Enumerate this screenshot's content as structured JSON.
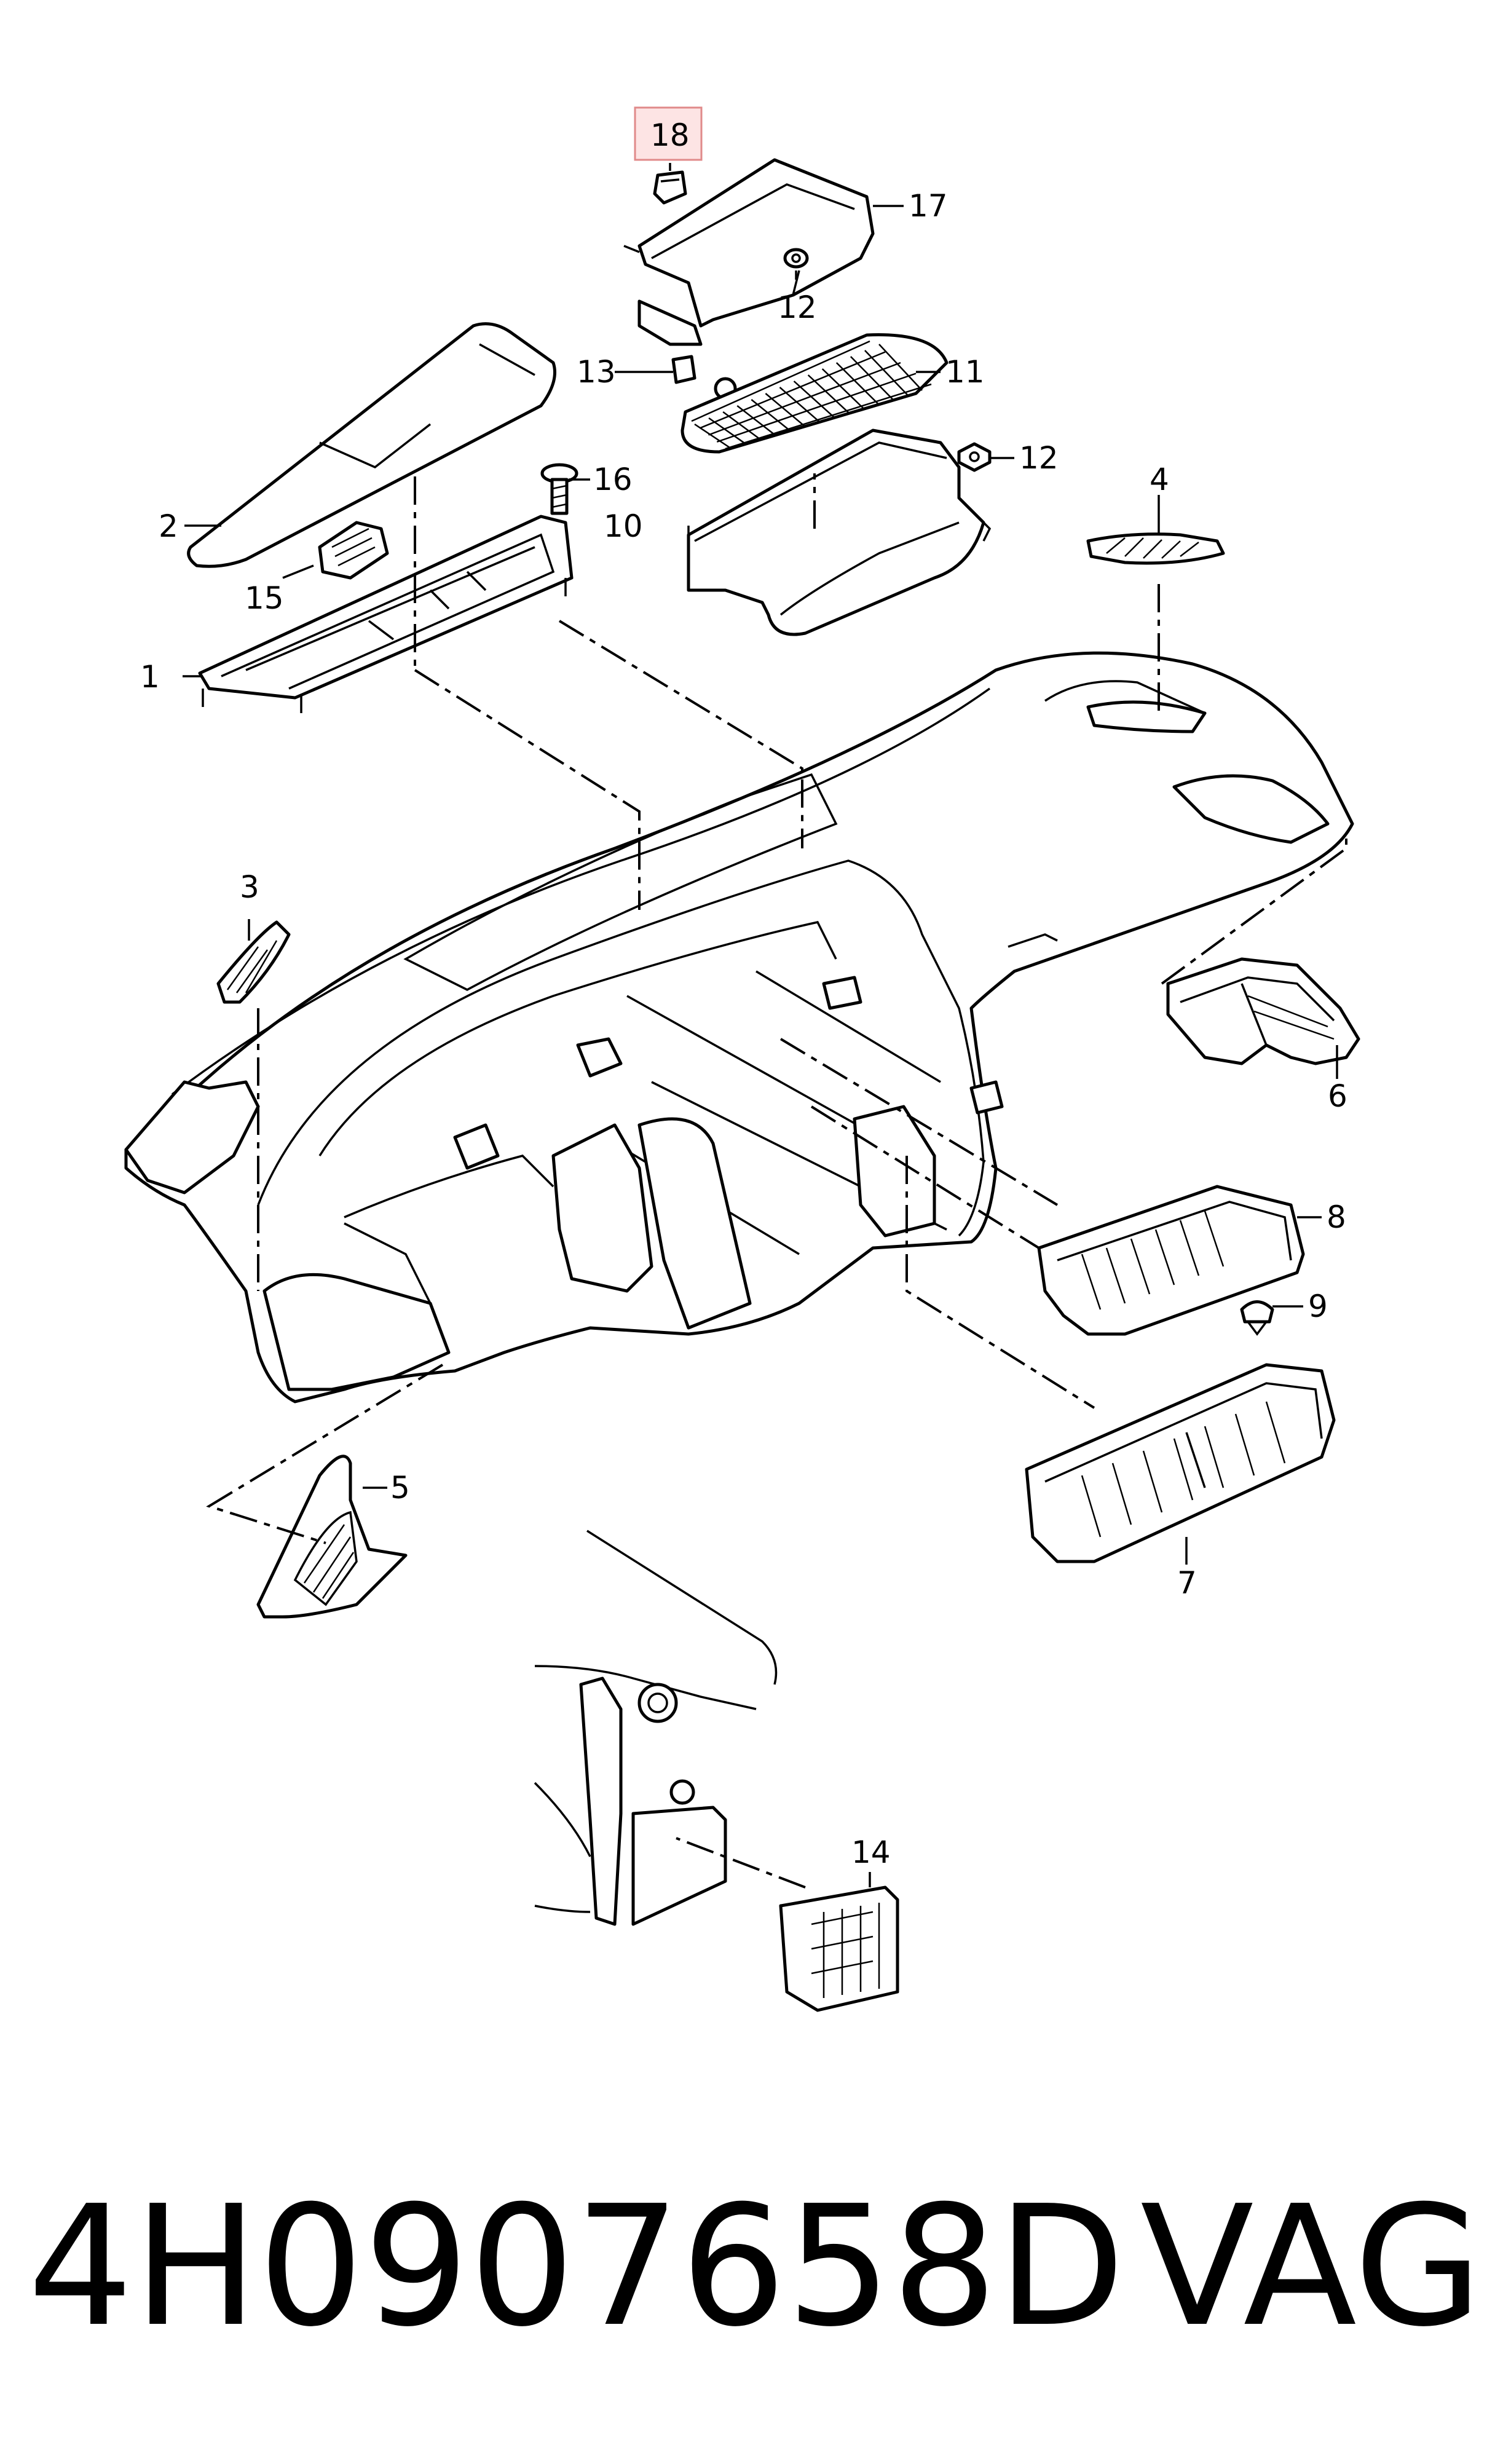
{
  "callouts": {
    "c1": "1",
    "c2": "2",
    "c3": "3",
    "c4": "4",
    "c5": "5",
    "c6": "6",
    "c7": "7",
    "c8": "8",
    "c9": "9",
    "c10": "10",
    "c11": "11",
    "c12a": "12",
    "c12b": "12",
    "c13": "13",
    "c14": "14",
    "c15": "15",
    "c16": "16",
    "c17": "17",
    "c18": "18"
  },
  "highlighted_part": "18",
  "highlight_color": "#fde4e4",
  "footer": {
    "part_number": "4H0907658D",
    "brand": "VAG"
  }
}
